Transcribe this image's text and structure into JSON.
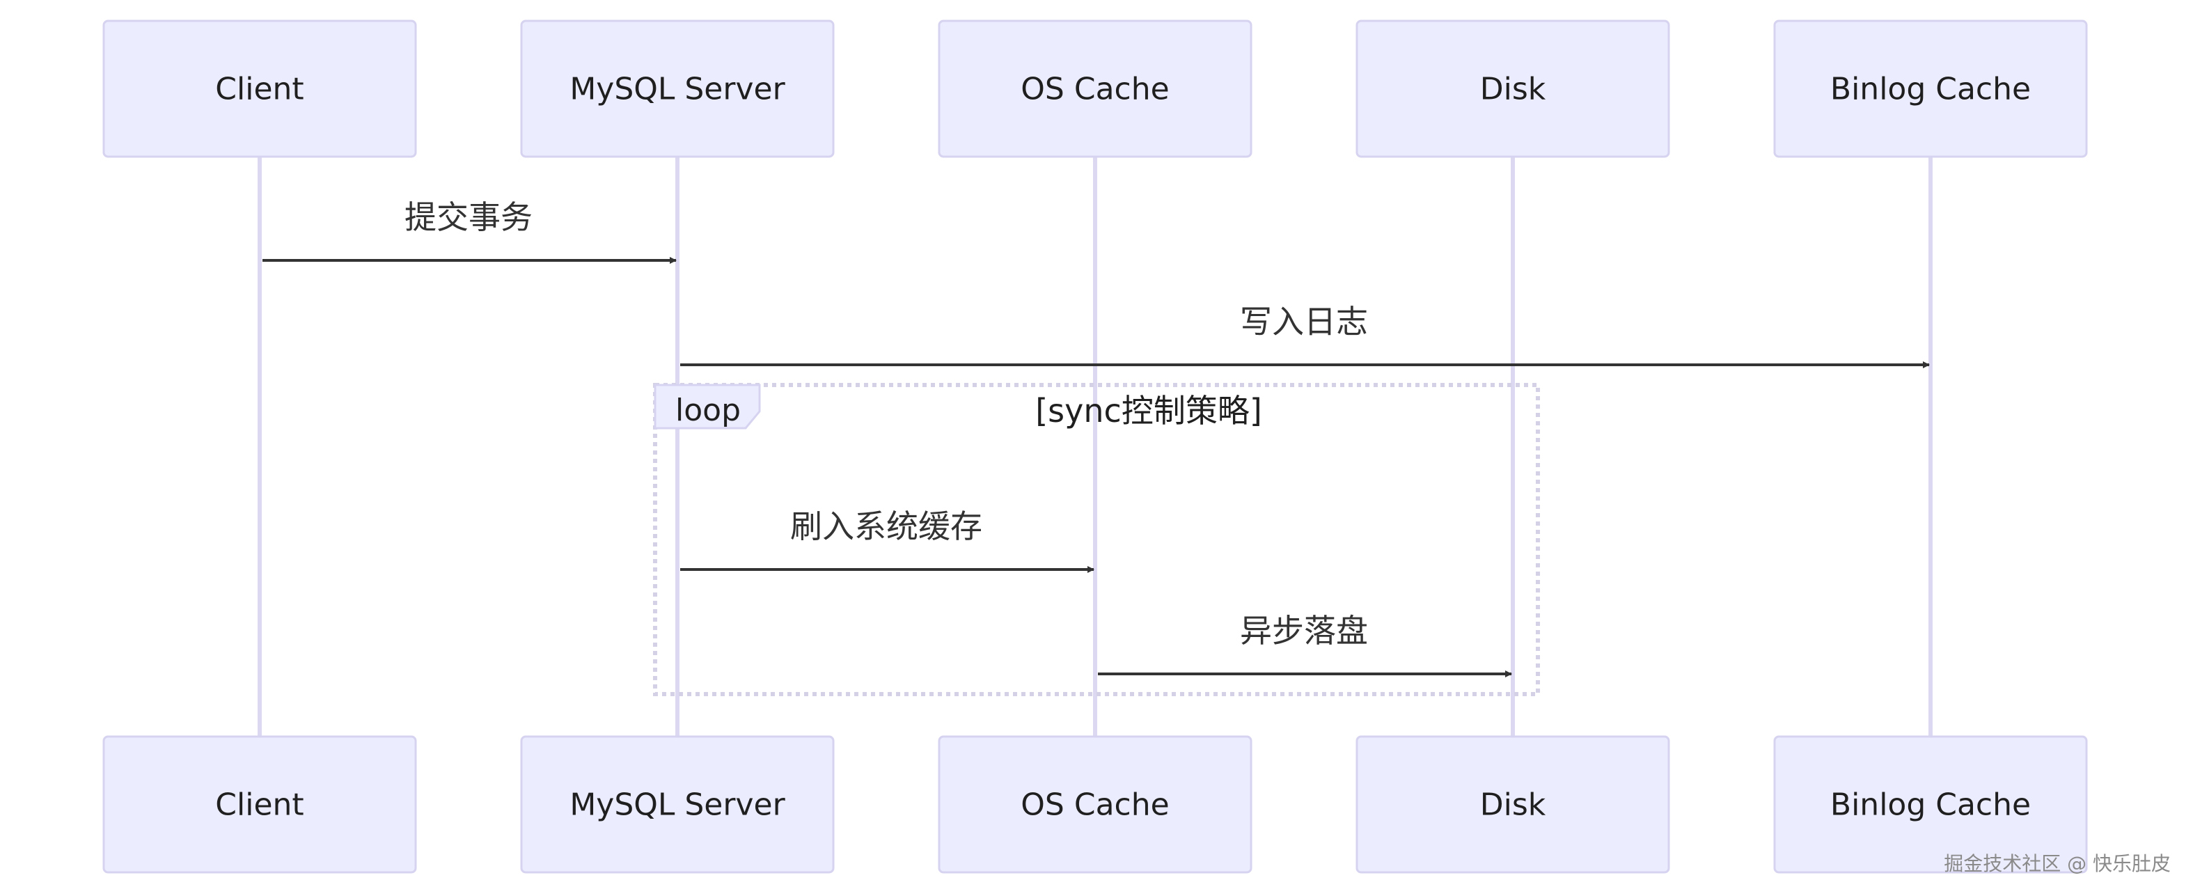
{
  "participants": [
    {
      "id": "client",
      "label": "Client"
    },
    {
      "id": "mysql",
      "label": "MySQL Server"
    },
    {
      "id": "oscache",
      "label": "OS Cache"
    },
    {
      "id": "disk",
      "label": "Disk"
    },
    {
      "id": "binlog",
      "label": "Binlog Cache"
    }
  ],
  "messages": [
    {
      "from": 0,
      "to": 1,
      "label": "提交事务"
    },
    {
      "from": 1,
      "to": 4,
      "label": "写入日志"
    },
    {
      "from": 1,
      "to": 2,
      "label": "刷入系统缓存"
    },
    {
      "from": 2,
      "to": 3,
      "label": "异步落盘"
    }
  ],
  "loop": {
    "title": "loop",
    "condition": "[sync控制策略]"
  },
  "watermark": "掘金技术社区 @ 快乐肚皮",
  "colors": {
    "actor_fill": "#ececff",
    "actor_stroke": "#d6d3f0",
    "lifeline": "#dcd8f2",
    "arrow": "#333333"
  }
}
